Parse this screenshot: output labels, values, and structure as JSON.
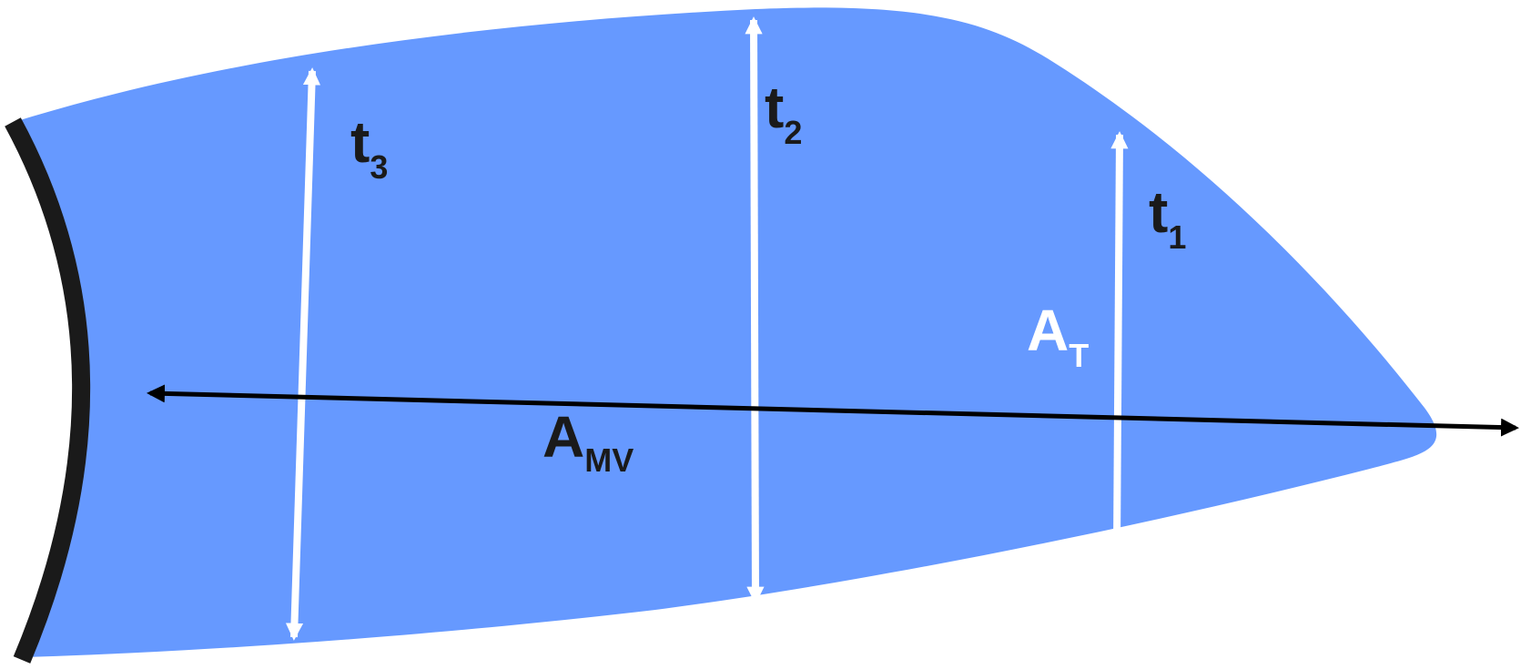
{
  "colors": {
    "shape_fill": "#6699FF",
    "boundary": "#1A1A1A",
    "white_arrow": "#FFFFFF",
    "black_arrow": "#000000"
  },
  "labels": {
    "t3": {
      "main": "t",
      "sub": "3"
    },
    "t2": {
      "main": "t",
      "sub": "2"
    },
    "t1": {
      "main": "t",
      "sub": "1"
    },
    "at": {
      "main": "A",
      "sub": "T"
    },
    "amv": {
      "main": "A",
      "sub": "MV"
    }
  }
}
